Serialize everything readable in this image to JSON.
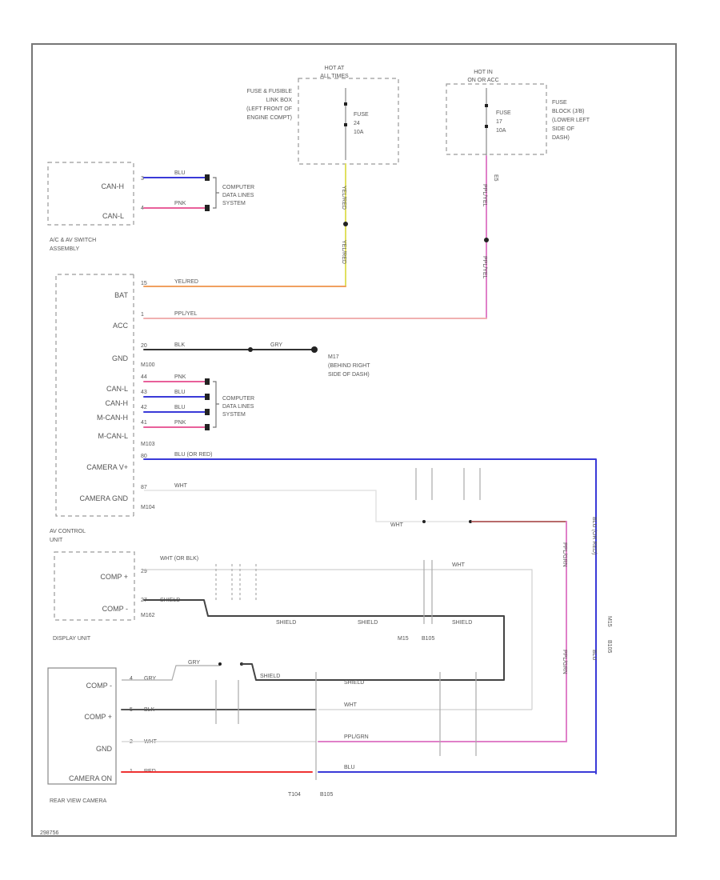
{
  "diagram_id": "298756",
  "fuse_top_left": {
    "hot_label": "HOT AT ALL TIMES",
    "hot_line1": "HOT AT",
    "hot_line2": "ALL TIMES",
    "location": [
      "FUSE & FUSIBLE",
      "LINK BOX",
      "(LEFT FRONT OF",
      "ENGINE COMPT)"
    ],
    "fuse_label": [
      "FUSE",
      "24",
      "10A"
    ]
  },
  "fuse_top_right": {
    "hot_line1": "HOT IN",
    "hot_line2": "ON OR ACC",
    "location": [
      "FUSE",
      "BLOCK (J/B)",
      "(LOWER LEFT",
      "SIDE OF",
      "DASH)"
    ],
    "fuse_label": [
      "FUSE",
      "17",
      "10A"
    ],
    "connector": "E5"
  },
  "ac_av_switch": {
    "name": [
      "A/C & AV SWITCH",
      "ASSEMBLY"
    ],
    "pins": [
      {
        "label": "CAN-H",
        "pin": "3",
        "wire": "BLU"
      },
      {
        "label": "CAN-L",
        "pin": "4",
        "wire": "PNK"
      }
    ],
    "system": [
      "COMPUTER",
      "DATA LINES",
      "SYSTEM"
    ]
  },
  "av_control_unit": {
    "name": [
      "AV CONTROL",
      "UNIT"
    ],
    "pins": [
      {
        "label": "BAT",
        "pin": "15",
        "wire": "YEL/RED"
      },
      {
        "label": "ACC",
        "pin": "1",
        "wire": "PPL/YEL"
      },
      {
        "label": "GND",
        "pin": "20",
        "wire": "BLK"
      },
      {
        "label": "CAN-L",
        "pin": "44",
        "wire": "PNK"
      },
      {
        "label": "CAN-H",
        "pin": "43",
        "wire": "BLU"
      },
      {
        "label": "M-CAN-H",
        "pin": "42",
        "wire": "BLU"
      },
      {
        "label": "M-CAN-L",
        "pin": "41",
        "wire": "PNK"
      },
      {
        "label": "CAMERA V+",
        "pin": "80",
        "wire": "BLU (OR RED)"
      },
      {
        "label": "CAMERA GND",
        "pin": "87",
        "wire": "WHT"
      }
    ],
    "connectors": [
      "M100",
      "M103",
      "M104"
    ],
    "system": [
      "COMPUTER",
      "DATA LINES",
      "SYSTEM"
    ],
    "ground_wire": "GRY",
    "ground": [
      "M17",
      "(BEHIND RIGHT",
      "SIDE OF DASH)"
    ]
  },
  "display_unit": {
    "name": "DISPLAY UNIT",
    "pins": [
      {
        "label": "COMP +",
        "pin": "29",
        "wire": "WHT (OR BLK)"
      },
      {
        "label": "COMP -",
        "pin": "27",
        "wire": "SHIELD"
      }
    ],
    "connector": "M162"
  },
  "rear_view_camera": {
    "name": "REAR VIEW CAMERA",
    "pins": [
      {
        "label": "COMP -",
        "pin": "4",
        "wire": "GRY"
      },
      {
        "label": "COMP +",
        "pin": "5",
        "wire": "BLK"
      },
      {
        "label": "GND",
        "pin": "2",
        "wire": "WHT"
      },
      {
        "label": "CAMERA ON",
        "pin": "1",
        "wire": "RED"
      }
    ]
  },
  "harness_wires": {
    "fuse24_out": "YEL/RED",
    "fuse17_out": "PPL/YEL",
    "shield": "SHIELD",
    "gry": "GRY",
    "wht": "WHT",
    "ppl_grn": "PPL/GRN",
    "blu": "BLU",
    "blu_or_red": "BLU (OR RED)"
  },
  "connectors": {
    "mid": [
      "M15",
      "B105"
    ],
    "bottom": [
      "T104",
      "B105"
    ],
    "vertical": [
      "B105",
      "M15"
    ]
  },
  "colors": {
    "blue": "#3a3ad8",
    "pink": "#e8609a",
    "yellow": "#e0e060",
    "orange": "#f0a060",
    "purple_pink": "#e080c8",
    "red": "#ee3333",
    "black": "#333333",
    "gray": "#cccccc"
  }
}
